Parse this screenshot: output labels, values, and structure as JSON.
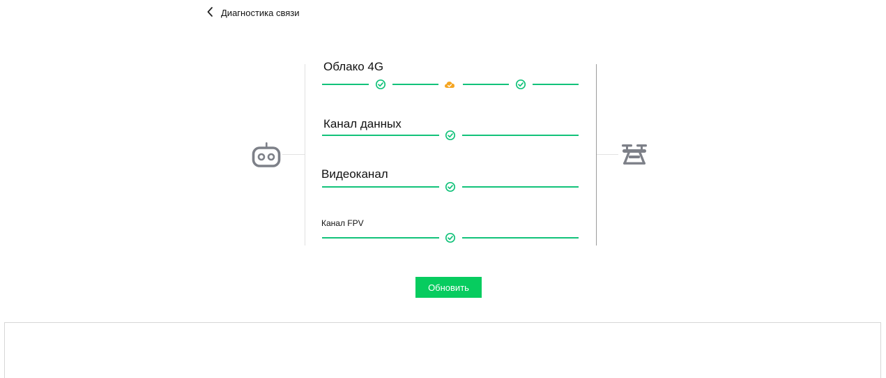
{
  "header": {
    "title": "Диагностика связи",
    "back_icon": "chevron-left-icon"
  },
  "endpoints": {
    "left_icon": "remote-controller-icon",
    "right_icon": "drone-icon"
  },
  "channels": [
    {
      "label": "Облако 4G",
      "nodes": [
        "ok",
        "cloud-warning",
        "ok"
      ]
    },
    {
      "label": "Канал данных",
      "nodes": [
        "ok"
      ]
    },
    {
      "label": "Видеоканал",
      "nodes": [
        "ok"
      ]
    },
    {
      "label": "Канал FPV",
      "nodes": [
        "ok"
      ]
    }
  ],
  "actions": {
    "refresh_label": "Обновить"
  },
  "colors": {
    "ok": "#12c27a",
    "warning": "#f5a623",
    "accent_button": "#07cc5f",
    "icon_gray": "#7d8088"
  }
}
